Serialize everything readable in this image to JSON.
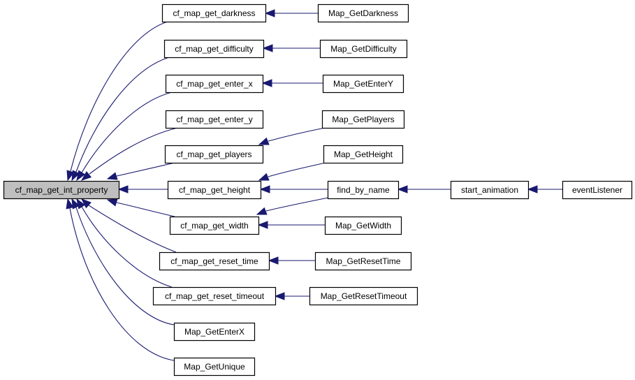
{
  "diagram": {
    "type": "call-graph",
    "edge_color": "#191970",
    "root_fill": "#bfbfbf",
    "node_fill": "#ffffff",
    "nodes": [
      {
        "id": "root",
        "label": "cf_map_get_int_property",
        "root": true
      },
      {
        "id": "darkness",
        "label": "cf_map_get_darkness"
      },
      {
        "id": "difficulty",
        "label": "cf_map_get_difficulty"
      },
      {
        "id": "enter_x",
        "label": "cf_map_get_enter_x"
      },
      {
        "id": "enter_y",
        "label": "cf_map_get_enter_y"
      },
      {
        "id": "players",
        "label": "cf_map_get_players"
      },
      {
        "id": "height",
        "label": "cf_map_get_height"
      },
      {
        "id": "width",
        "label": "cf_map_get_width"
      },
      {
        "id": "reset_time",
        "label": "cf_map_get_reset_time"
      },
      {
        "id": "reset_timeout",
        "label": "cf_map_get_reset_timeout"
      },
      {
        "id": "M_enterx",
        "label": "Map_GetEnterX"
      },
      {
        "id": "M_unique",
        "label": "Map_GetUnique"
      },
      {
        "id": "M_darkness",
        "label": "Map_GetDarkness"
      },
      {
        "id": "M_difficulty",
        "label": "Map_GetDifficulty"
      },
      {
        "id": "M_entery",
        "label": "Map_GetEnterY"
      },
      {
        "id": "M_players",
        "label": "Map_GetPlayers"
      },
      {
        "id": "M_height",
        "label": "Map_GetHeight"
      },
      {
        "id": "find",
        "label": "find_by_name"
      },
      {
        "id": "M_width",
        "label": "Map_GetWidth"
      },
      {
        "id": "M_resettime",
        "label": "Map_GetResetTime"
      },
      {
        "id": "M_resettimeout",
        "label": "Map_GetResetTimeout"
      },
      {
        "id": "start_anim",
        "label": "start_animation"
      },
      {
        "id": "event",
        "label": "eventListener"
      }
    ],
    "edges": [
      {
        "from": "darkness",
        "to": "root"
      },
      {
        "from": "difficulty",
        "to": "root"
      },
      {
        "from": "enter_x",
        "to": "root"
      },
      {
        "from": "enter_y",
        "to": "root"
      },
      {
        "from": "players",
        "to": "root"
      },
      {
        "from": "height",
        "to": "root"
      },
      {
        "from": "width",
        "to": "root"
      },
      {
        "from": "reset_time",
        "to": "root"
      },
      {
        "from": "reset_timeout",
        "to": "root"
      },
      {
        "from": "M_enterx",
        "to": "root"
      },
      {
        "from": "M_unique",
        "to": "root"
      },
      {
        "from": "M_darkness",
        "to": "darkness"
      },
      {
        "from": "M_difficulty",
        "to": "difficulty"
      },
      {
        "from": "M_entery",
        "to": "enter_x"
      },
      {
        "from": "M_players",
        "to": "players"
      },
      {
        "from": "M_height",
        "to": "height"
      },
      {
        "from": "find",
        "to": "height"
      },
      {
        "from": "find",
        "to": "width"
      },
      {
        "from": "M_width",
        "to": "width"
      },
      {
        "from": "M_resettime",
        "to": "reset_time"
      },
      {
        "from": "M_resettimeout",
        "to": "reset_timeout"
      },
      {
        "from": "start_anim",
        "to": "find"
      },
      {
        "from": "event",
        "to": "start_anim"
      }
    ]
  }
}
